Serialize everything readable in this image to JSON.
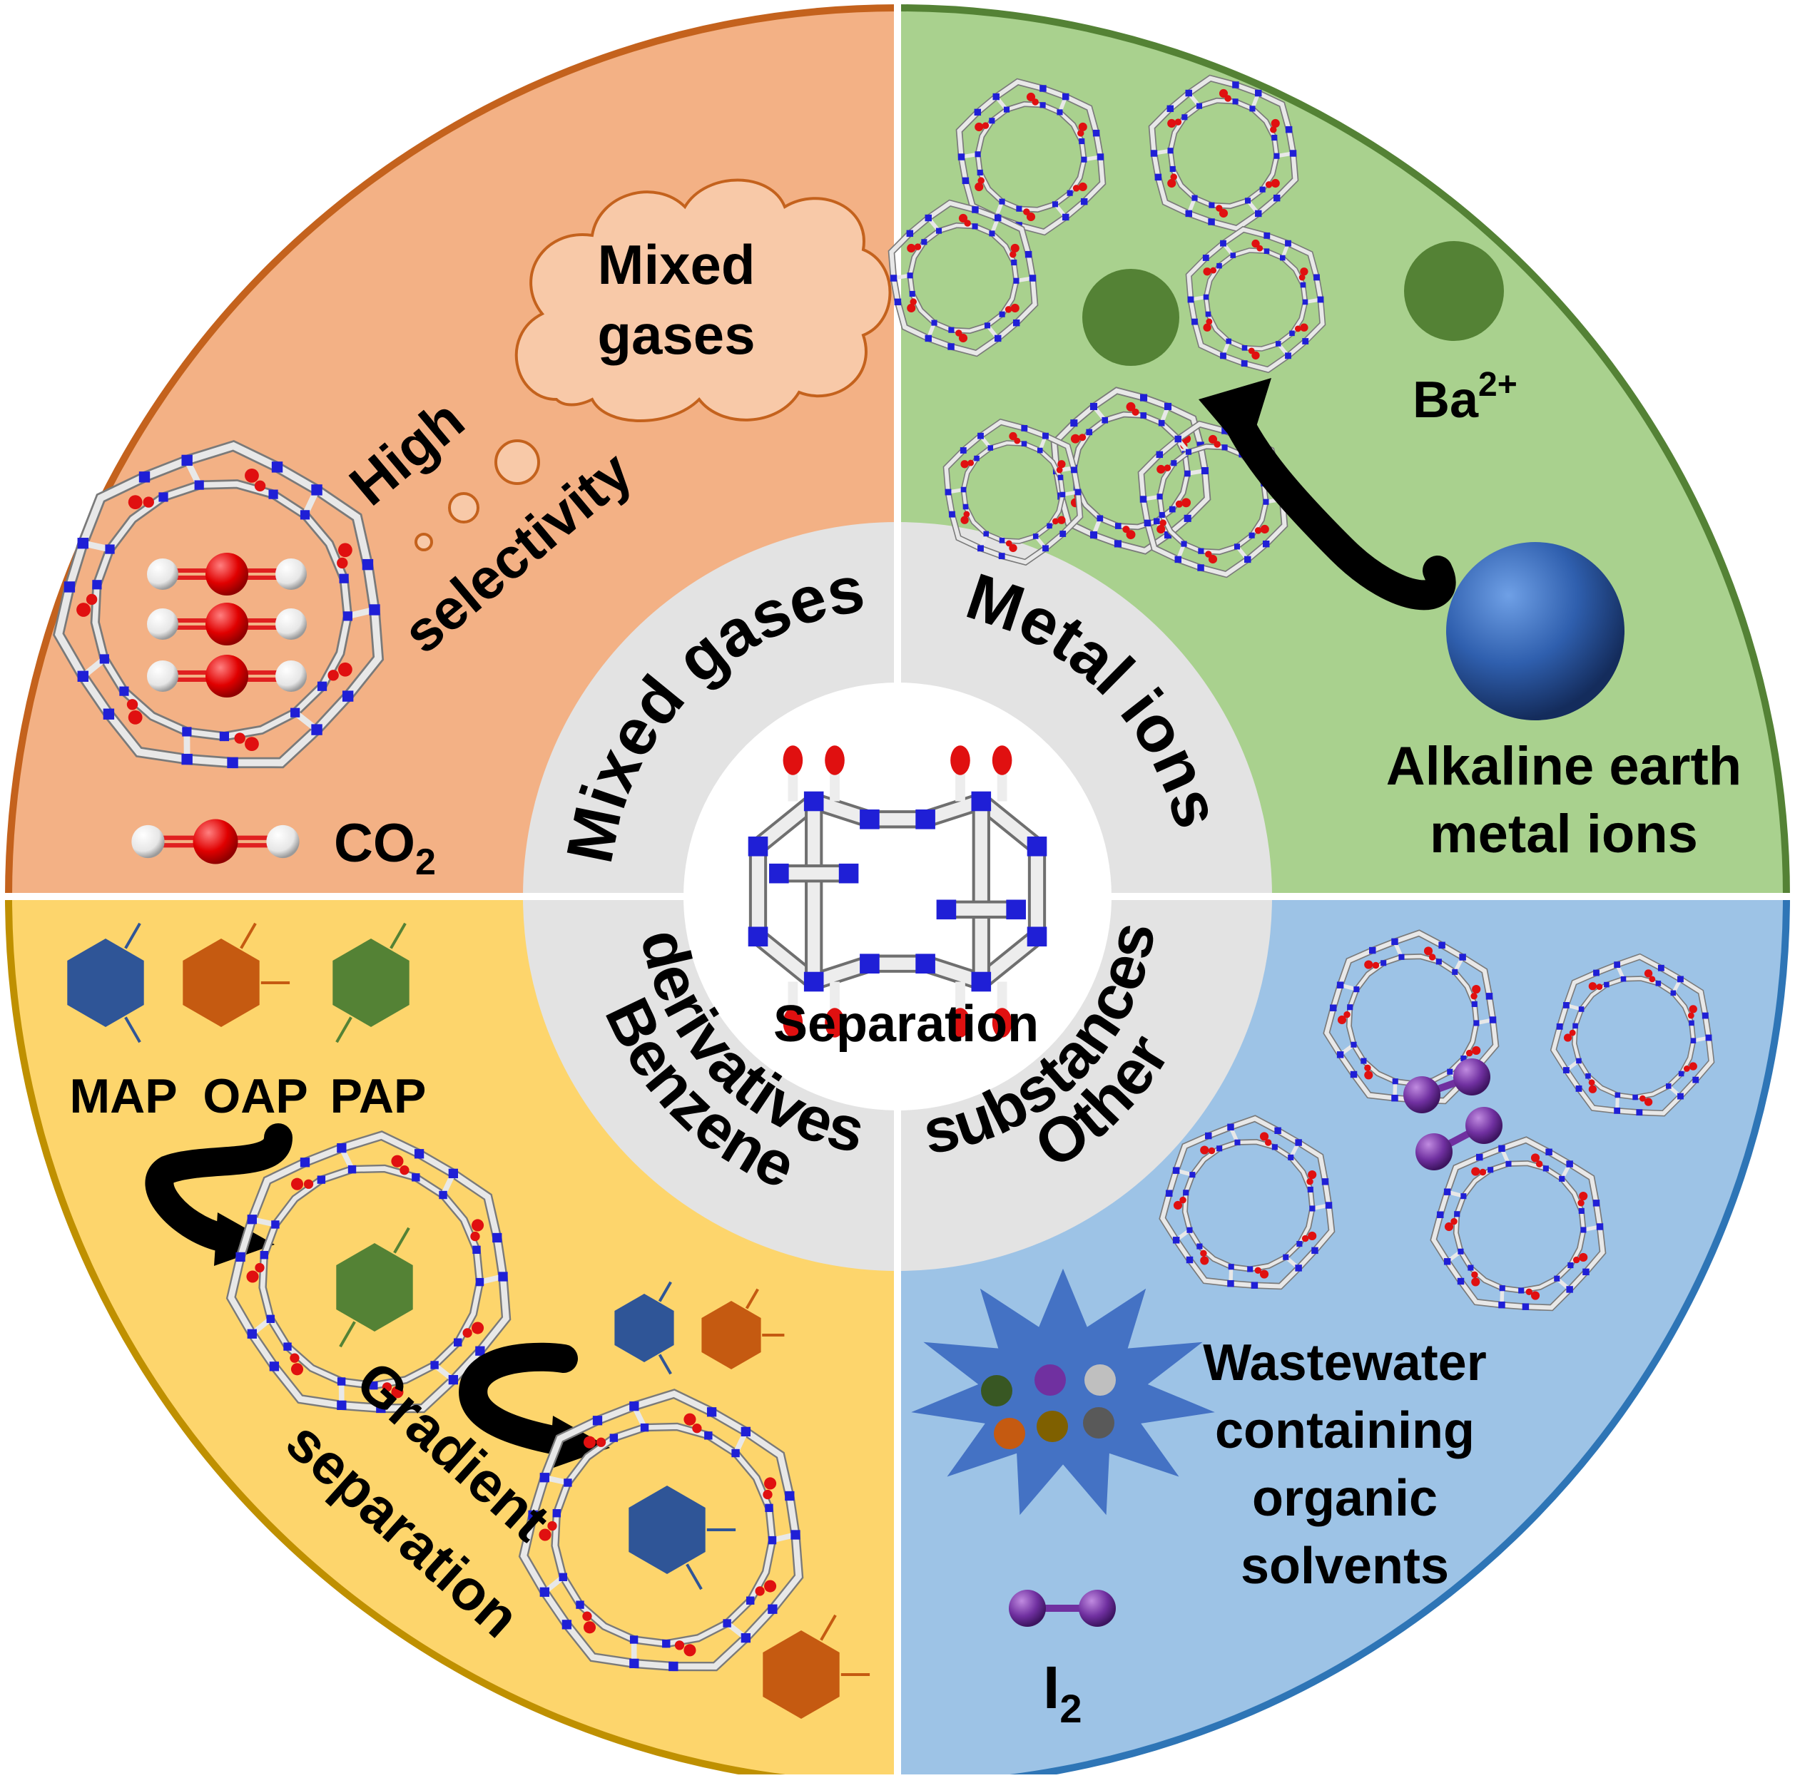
{
  "colors": {
    "mixed_gases_bg": "#f3b185",
    "mixed_gases_border": "#c4621d",
    "metal_ions_bg": "#a9d18e",
    "metal_ions_border": "#548235",
    "benzene_bg": "#fdd56c",
    "benzene_border": "#bf9000",
    "other_bg": "#9dc3e6",
    "other_border": "#2e75b6",
    "ring_gray": "#e3e3e3",
    "hex_blue": "#2f5597",
    "hex_orange": "#c55a11",
    "hex_green": "#548235",
    "nitrogen": "#1f1fd6",
    "oxygen": "#e01010",
    "carbon": "#d9d9d9",
    "iodine": "#7030a0"
  },
  "center": {
    "label": "Separation"
  },
  "ring": {
    "top_left": "Mixed gases",
    "top_right": "Metal ions",
    "bottom_left_line1": "Benzene",
    "bottom_left_line2": "derivatives",
    "bottom_right_line1": "Other",
    "bottom_right_line2": "substances"
  },
  "mixed_gases": {
    "cloud_line1": "Mixed",
    "cloud_line2": "gases",
    "high": "High",
    "selectivity": "selectivity",
    "co2_main": "CO",
    "co2_sub": "2"
  },
  "metal_ions": {
    "ba_main": "Ba",
    "ba_sup": "2+",
    "alk_line1": "Alkaline earth",
    "alk_line2": "metal ions"
  },
  "benzene": {
    "labels": [
      "MAP",
      "OAP",
      "PAP"
    ],
    "gradient_line1": "Gradient",
    "gradient_line2": "separation"
  },
  "other": {
    "waste_line1": "Wastewater",
    "waste_line2": "containing",
    "waste_line3": "organic",
    "waste_line4": "solvents",
    "i2_main": "I",
    "i2_sub": "2"
  }
}
